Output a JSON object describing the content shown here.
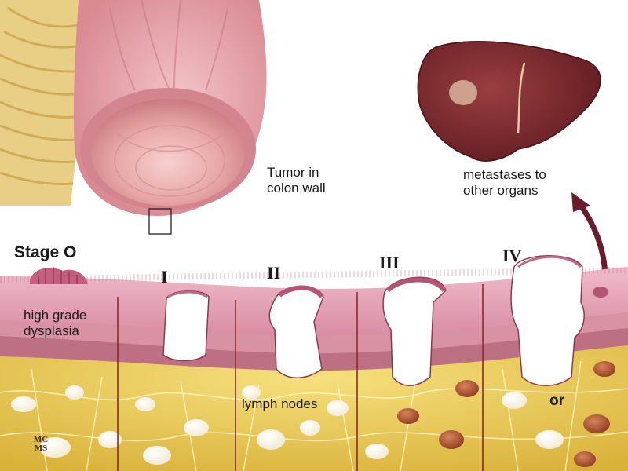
{
  "labels": {
    "tumor_caption": [
      "Tumor in",
      "colon wall"
    ],
    "metastases_caption": [
      "metastases to",
      "other organs"
    ],
    "stage0": "Stage O",
    "stage0_caption": [
      "high grade",
      "dysplasia"
    ],
    "stage_i": "I",
    "stage_ii": "II",
    "stage_iii": "III",
    "stage_iv": "IV",
    "lymph_nodes": "lymph nodes",
    "or": "or"
  },
  "logo": {
    "line1": "MC",
    "line2": "MS"
  },
  "colors": {
    "mucosa": "#e6a3b4",
    "muscle": "#c97890",
    "fat": "#f1d45f",
    "tumor": "#ffffff",
    "liver": "#7a2a2e",
    "divider": "#8a2a2a",
    "arrow": "#6b1c2c"
  }
}
